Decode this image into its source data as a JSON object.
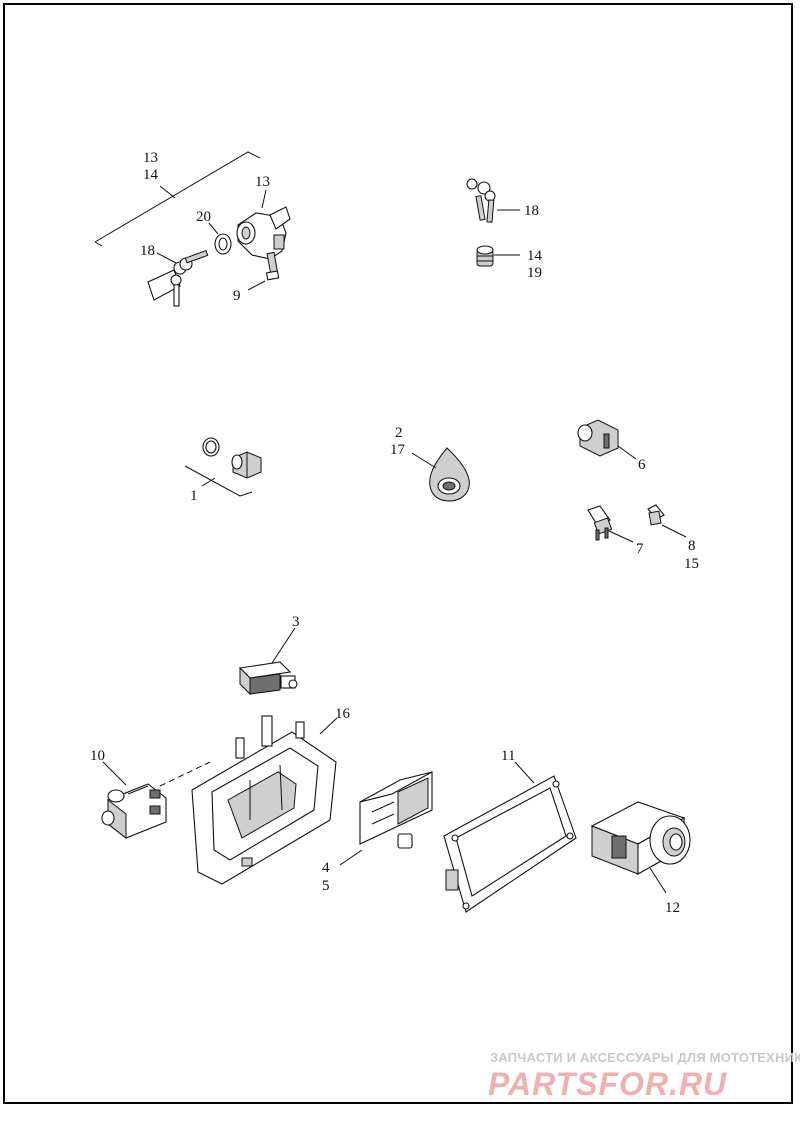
{
  "callouts": {
    "c1": "1",
    "c2": "2",
    "c17": "17",
    "c3": "3",
    "c45": "4",
    "c5": "5",
    "c6": "6",
    "c7": "7",
    "c8": "8",
    "c15": "15",
    "c9": "9",
    "c10": "10",
    "c11": "11",
    "c12": "12",
    "c13a": "13",
    "c14a": "14",
    "c13b": "13",
    "c20": "20",
    "c18a": "18",
    "c18b": "18",
    "c14b": "14",
    "c19": "19",
    "c16": "16"
  },
  "watermark": {
    "tagline": "ЗАПЧАСТИ И АКСЕССУАРЫ ДЛЯ МОТОТЕХНИКИ",
    "logo": "PARTSFOR.RU"
  }
}
